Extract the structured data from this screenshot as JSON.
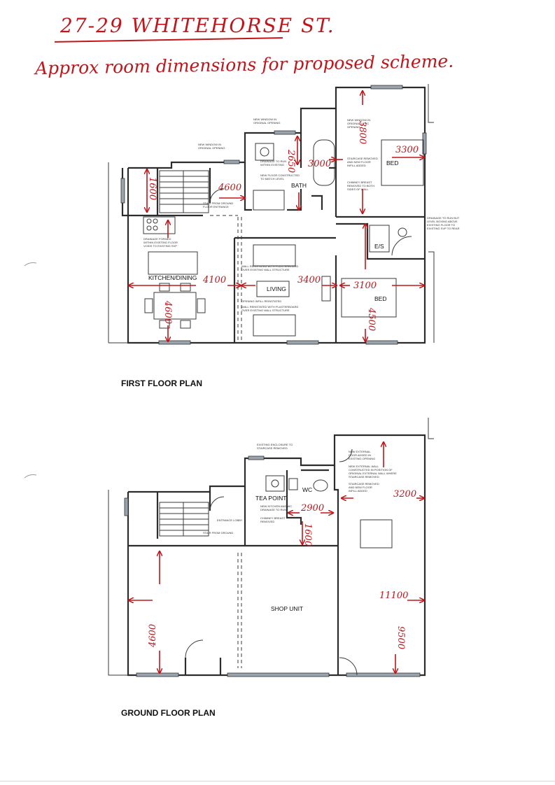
{
  "header": {
    "title": "27-29 WHITEHORSE ST.",
    "subtitle": "Approx room dimensions for proposed scheme."
  },
  "first_floor": {
    "caption": "FIRST FLOOR PLAN",
    "rooms": {
      "kitchen": "KITCHEN/DINING",
      "living": "LIVING",
      "bath": "BATH",
      "bed_top": "BED",
      "bed_bottom": "BED",
      "ensuite": "E/S"
    },
    "dimensions": {
      "stair": "1600",
      "landing": "4600",
      "bath_height": "2650",
      "bath_width": "3000",
      "bed_top_height": "3800",
      "bed_top_width": "3300",
      "kitchen_width": "4100",
      "kitchen_height": "4600",
      "living_width": "3400",
      "bed_bottom_width": "3100",
      "bed_bottom_height": "4500"
    }
  },
  "ground_floor": {
    "caption": "GROUND FLOOR PLAN",
    "rooms": {
      "tea_point": "TEA POINT",
      "wc": "WC",
      "shop": "SHOP UNIT"
    },
    "dimensions": {
      "tea_width": "2900",
      "tea_height": "1600",
      "right_width": "3200",
      "shop_length": "11100",
      "left_height": "4600",
      "right_height": "9500"
    }
  }
}
